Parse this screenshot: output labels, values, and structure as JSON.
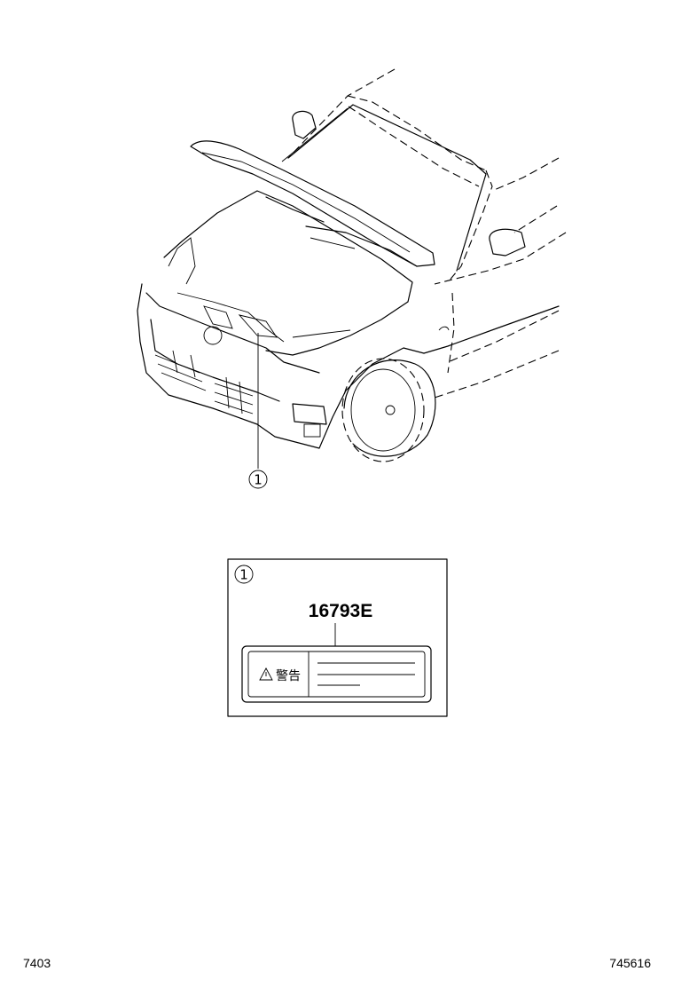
{
  "callout": {
    "number": "1"
  },
  "detail": {
    "callout_number": "1",
    "part_number": "16793E",
    "label_warning_text": "警告"
  },
  "footer": {
    "left_code": "7403",
    "right_code": "745616"
  }
}
